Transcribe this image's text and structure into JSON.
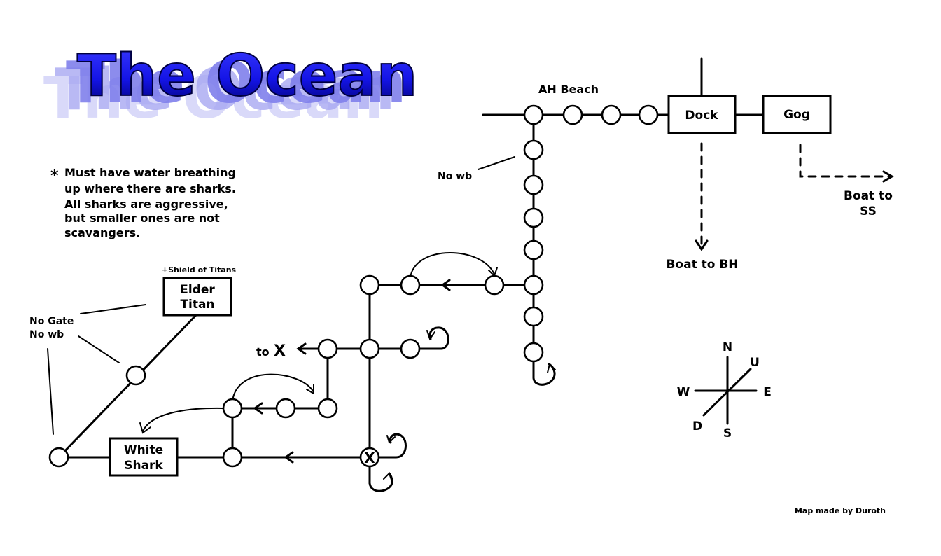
{
  "title": "The Ocean",
  "note": {
    "bullet": "*",
    "lines": [
      "Must have water breathing",
      "up where there are sharks.",
      "All sharks are aggressive,",
      "but smaller ones are not",
      "scavangers."
    ]
  },
  "labels": {
    "ah_beach": "AH Beach",
    "dock": "Dock",
    "gog": "Gog",
    "boat_bh": "Boat to BH",
    "boat_ss_1": "Boat to",
    "boat_ss_2": "SS",
    "no_wb_top": "No wb",
    "shield": "+Shield of Titans",
    "elder_1": "Elder",
    "elder_2": "Titan",
    "no_gate": "No Gate",
    "no_wb_left": "No wb",
    "to_text": "to",
    "to_x": "X",
    "white_1": "White",
    "white_2": "Shark",
    "x_room": "X",
    "credit": "Map made by Duroth"
  },
  "compass": {
    "n": "N",
    "s": "S",
    "e": "E",
    "w": "W",
    "u": "U",
    "d": "D"
  },
  "colors": {
    "title_blue": "#1a1aff",
    "title_dark": "#00007a",
    "shadow": "#8c8cf0"
  }
}
